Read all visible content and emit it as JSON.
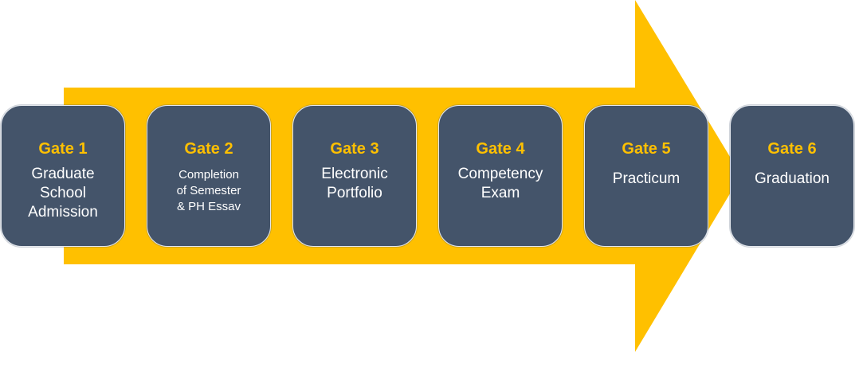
{
  "diagram": {
    "colors": {
      "arrow": "#ffc000",
      "box": "#44546a",
      "title": "#ffc000",
      "text": "#ffffff"
    },
    "gates": [
      {
        "title": "Gate 1",
        "description": "Graduate\nSchool\nAdmission"
      },
      {
        "title": "Gate 2",
        "description": "Completion\nof Semester\n& PH Essav"
      },
      {
        "title": "Gate 3",
        "description": "Electronic\nPortfolio"
      },
      {
        "title": "Gate 4",
        "description": "Competency\nExam"
      },
      {
        "title": "Gate 5",
        "description": "Practicum"
      },
      {
        "title": "Gate 6",
        "description": "Graduation"
      }
    ]
  }
}
